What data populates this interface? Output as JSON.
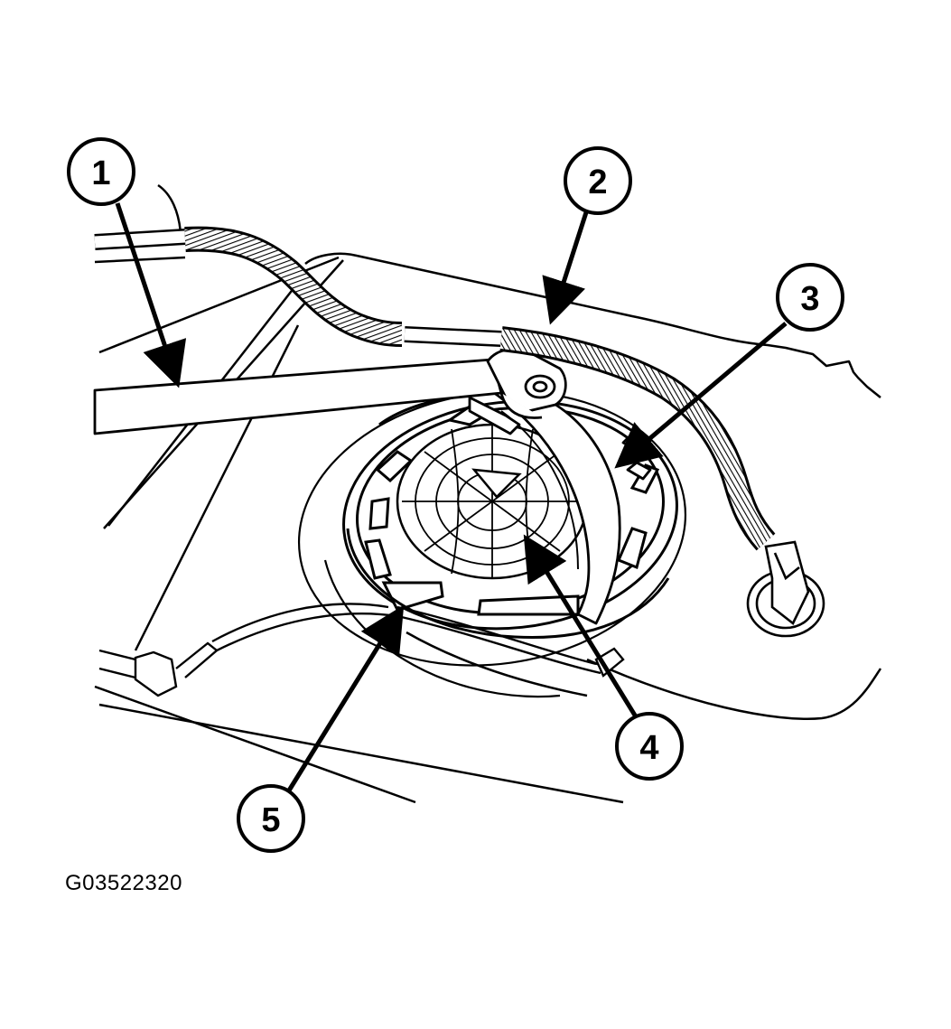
{
  "callouts": [
    {
      "number": "1"
    },
    {
      "number": "2"
    },
    {
      "number": "3"
    },
    {
      "number": "4"
    },
    {
      "number": "5"
    }
  ],
  "figure_id": "G03522320",
  "colors": {
    "line": "#000000",
    "background": "#ffffff"
  }
}
